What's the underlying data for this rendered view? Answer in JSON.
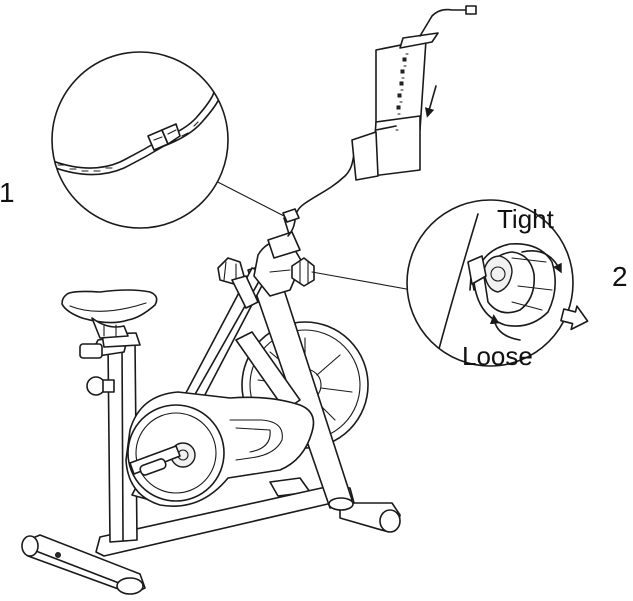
{
  "labels": {
    "step1": "1",
    "step2": "2",
    "tight": "Tight",
    "loose": "Loose"
  },
  "colors": {
    "line": "#1a1a1a",
    "fill": "#ffffff"
  },
  "icons": {
    "direction_arrow": "down-arrow-icon",
    "tighten_arrow": "clockwise-arrow-icon",
    "loosen_arrow": "counterclockwise-arrow-icon",
    "pull_arrow": "right-outline-arrow-icon"
  }
}
